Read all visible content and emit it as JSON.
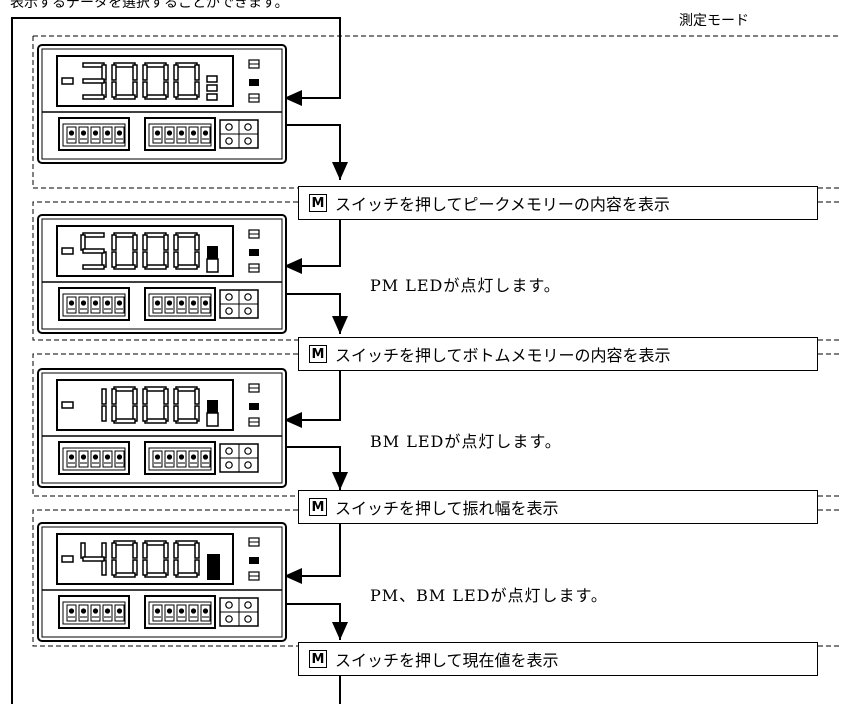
{
  "header": {
    "intro_text": "表示するデータを選択することができます。",
    "mode_label": "測定モード"
  },
  "steps": [
    {
      "display": "3000",
      "switch_key": "M",
      "instruction": "スイッチを押してピークメモリーの内容を表示",
      "note": "PM LEDが点灯します。"
    },
    {
      "display": "5000",
      "switch_key": "M",
      "instruction": "スイッチを押してボトムメモリーの内容を表示",
      "note": "BM LEDが点灯します。"
    },
    {
      "display": "1000",
      "switch_key": "M",
      "instruction": "スイッチを押して振れ幅を表示",
      "note": "PM、BM LEDが点灯します。"
    },
    {
      "display": "4000",
      "switch_key": "M",
      "instruction": "スイッチを押して現在値を表示"
    }
  ]
}
